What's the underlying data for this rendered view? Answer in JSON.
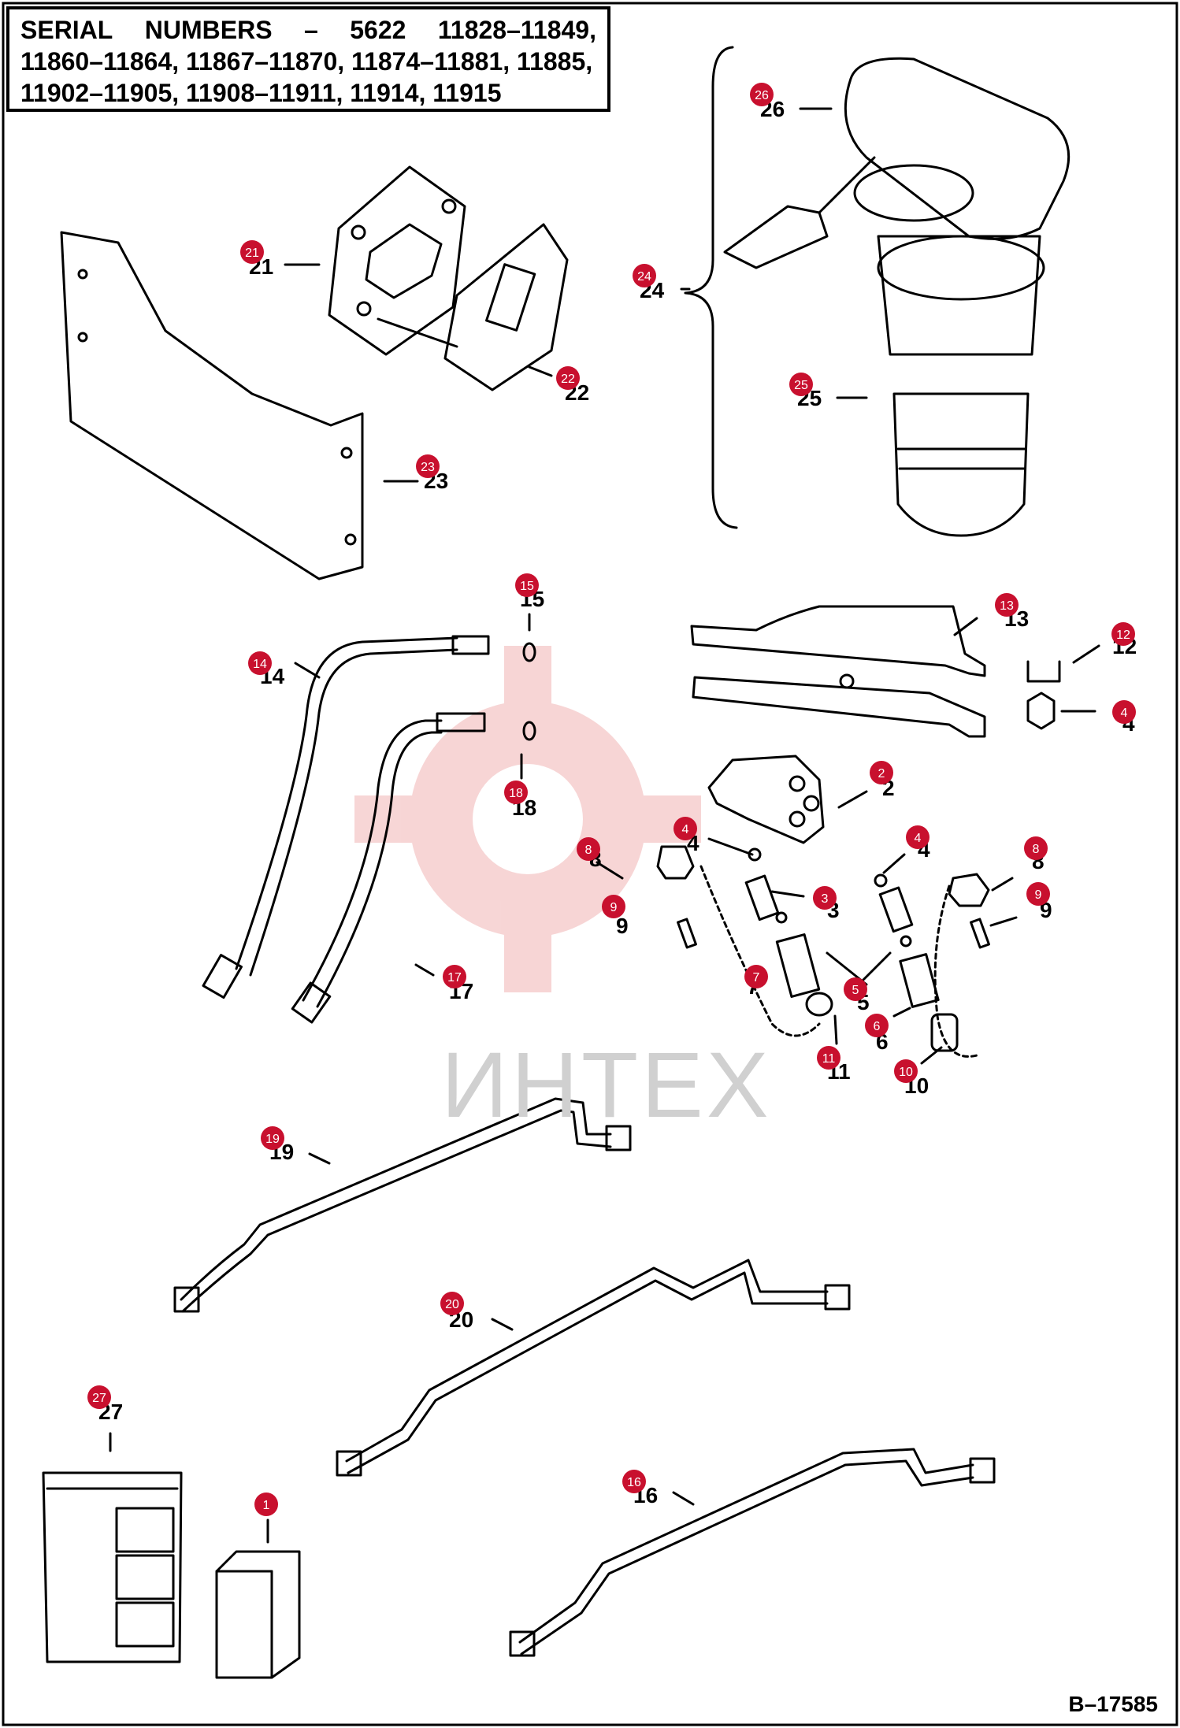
{
  "header": {
    "serial_line1_parts": [
      "SERIAL",
      "NUMBERS",
      "–",
      "5622",
      "11828–11849,"
    ],
    "serial_line2": "11860–11864, 11867–11870, 11874–11881, 11885,",
    "serial_line3": "11902–11905, 11908–11911, 11914, 11915"
  },
  "doc_id": "B–17585",
  "watermark": "ИНТЕХ",
  "callouts": [
    {
      "id": "c1",
      "label": "1",
      "badge": "1"
    },
    {
      "id": "c2",
      "label": "2",
      "badge": "2"
    },
    {
      "id": "c3",
      "label": "3",
      "badge": "3"
    },
    {
      "id": "c4a",
      "label": "4",
      "badge": "4"
    },
    {
      "id": "c4b",
      "label": "4",
      "badge": "4"
    },
    {
      "id": "c4c",
      "label": "4",
      "badge": "4"
    },
    {
      "id": "c5",
      "label": "5",
      "badge": "5"
    },
    {
      "id": "c6",
      "label": "6",
      "badge": "6"
    },
    {
      "id": "c7",
      "label": "7",
      "badge": "7"
    },
    {
      "id": "c8a",
      "label": "8",
      "badge": "8"
    },
    {
      "id": "c8b",
      "label": "8",
      "badge": "8"
    },
    {
      "id": "c9a",
      "label": "9",
      "badge": "9"
    },
    {
      "id": "c9b",
      "label": "9",
      "badge": "9"
    },
    {
      "id": "c10",
      "label": "10",
      "badge": "10"
    },
    {
      "id": "c11",
      "label": "11",
      "badge": "11"
    },
    {
      "id": "c12",
      "label": "12",
      "badge": "12"
    },
    {
      "id": "c13",
      "label": "13",
      "badge": "13"
    },
    {
      "id": "c14",
      "label": "14",
      "badge": "14"
    },
    {
      "id": "c15",
      "label": "15",
      "badge": "15"
    },
    {
      "id": "c16",
      "label": "16",
      "badge": "16"
    },
    {
      "id": "c17",
      "label": "17",
      "badge": "17"
    },
    {
      "id": "c18",
      "label": "18",
      "badge": "18"
    },
    {
      "id": "c19",
      "label": "19",
      "badge": "19"
    },
    {
      "id": "c20",
      "label": "20",
      "badge": "20"
    },
    {
      "id": "c21",
      "label": "21",
      "badge": "21"
    },
    {
      "id": "c22",
      "label": "22",
      "badge": "22"
    },
    {
      "id": "c23",
      "label": "23",
      "badge": "23"
    },
    {
      "id": "c24",
      "label": "24",
      "badge": "24"
    },
    {
      "id": "c25",
      "label": "25",
      "badge": "25"
    },
    {
      "id": "c26",
      "label": "26",
      "badge": "26"
    },
    {
      "id": "c27",
      "label": "27",
      "badge": "27"
    }
  ],
  "colors": {
    "badge": "#c8102e",
    "line": "#000000",
    "watermark_gear": "#f4c4c4"
  }
}
